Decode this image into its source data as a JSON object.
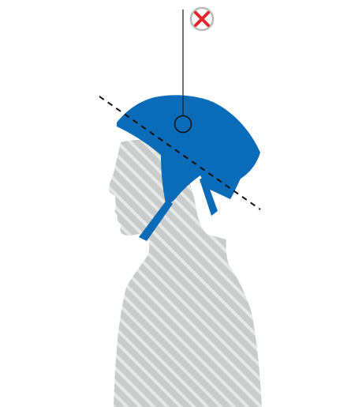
{
  "illustration": {
    "subject": "person-silhouette-side-profile",
    "accessory": "bicycle-helmet",
    "status_icon": "x-mark-icon",
    "status": "incorrect",
    "colors": {
      "helmet": "#0a6cb8",
      "silhouette": "#c9cccb",
      "silhouette_stripe": "#e6e8e7",
      "indicator_line": "#1a1a1a",
      "reference_line": "#111111",
      "status_mark": "#e2242c",
      "status_ring": "#b9b9b9",
      "background": "#ffffff"
    }
  }
}
